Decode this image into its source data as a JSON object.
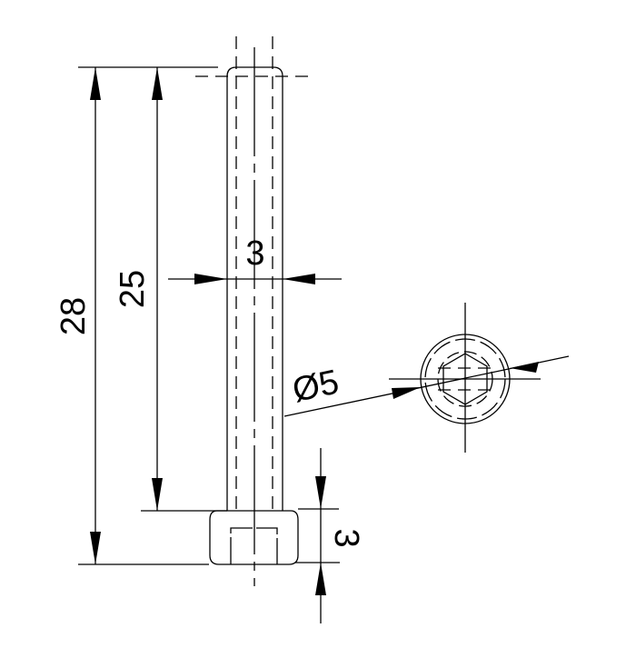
{
  "drawing": {
    "overall_length": "28",
    "shaft_length": "25",
    "shaft_diameter": "3",
    "head_height": "3",
    "head_diameter": "Ø5"
  },
  "colors": {
    "line": "#000000",
    "background": "#ffffff"
  }
}
